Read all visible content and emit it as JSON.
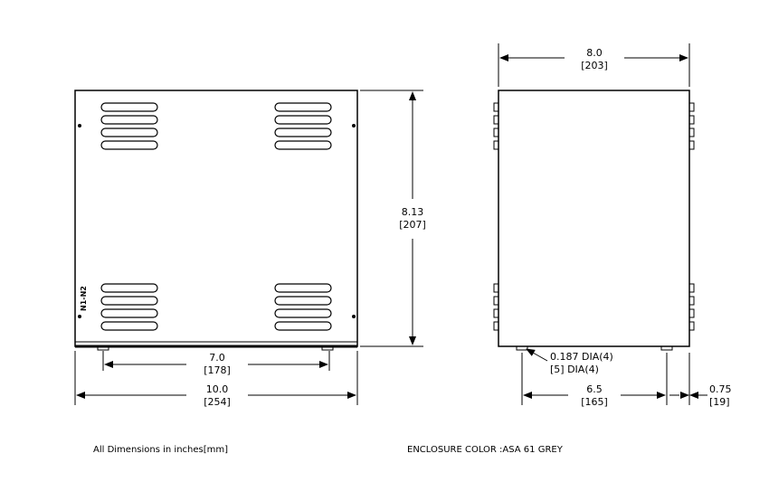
{
  "front_view": {
    "width_overall": {
      "in": "10.0",
      "mm": "[254]"
    },
    "hole_spacing": {
      "in": "7.0",
      "mm": "[178]"
    },
    "height": {
      "in": "8.13",
      "mm": "[207]"
    },
    "label": "N1-N2"
  },
  "side_view": {
    "depth": {
      "in": "8.0",
      "mm": "[203]"
    },
    "foot_spacing": {
      "in": "6.5",
      "mm": "[165]"
    },
    "foot_offset": {
      "in": "0.75",
      "mm": "[19]"
    },
    "hole": {
      "in": "0.187 DIA(4)",
      "mm": "[5] DIA(4)"
    }
  },
  "notes": {
    "units": "All Dimensions in inches[mm]",
    "color": "ENCLOSURE COLOR :ASA 61 GREY"
  },
  "colors": {
    "line": "#000000",
    "background": "#ffffff"
  }
}
